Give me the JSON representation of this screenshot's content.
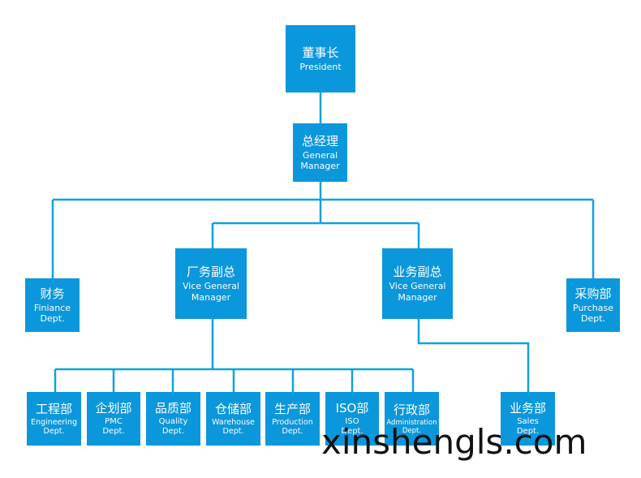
{
  "org_chart": {
    "president": {
      "zh": "董事长",
      "en": "President"
    },
    "general_manager": {
      "zh": "总经理",
      "en": "General\nManager"
    },
    "finance": {
      "zh": "财务",
      "en": "Finiance\nDept."
    },
    "factory_vp": {
      "zh": "厂务副总",
      "en": "Vice General\nManager"
    },
    "business_vp": {
      "zh": "业务副总",
      "en": "Vice General\nManager"
    },
    "purchase": {
      "zh": "采购部",
      "en": "Purchase\nDept."
    },
    "engineering": {
      "zh": "工程部",
      "en": "Engineering\nDept."
    },
    "pmc": {
      "zh": "企划部",
      "en": "PMC\nDept."
    },
    "quality": {
      "zh": "品质部",
      "en": "Quality\nDept."
    },
    "warehouse": {
      "zh": "仓储部",
      "en": "Warehouse\nDept."
    },
    "production": {
      "zh": "生产部",
      "en": "Production\nDept."
    },
    "iso": {
      "zh": "ISO部",
      "en": "ISO\nDept."
    },
    "administration": {
      "zh": "行政部",
      "en": "Administration\nDept."
    },
    "sales": {
      "zh": "业务部",
      "en": "Sales\nDept."
    }
  },
  "watermark": {
    "text": "xinshengls.com"
  },
  "colors": {
    "box": "#0b97dc",
    "line": "#0ea2df",
    "text": "#ffffff"
  }
}
